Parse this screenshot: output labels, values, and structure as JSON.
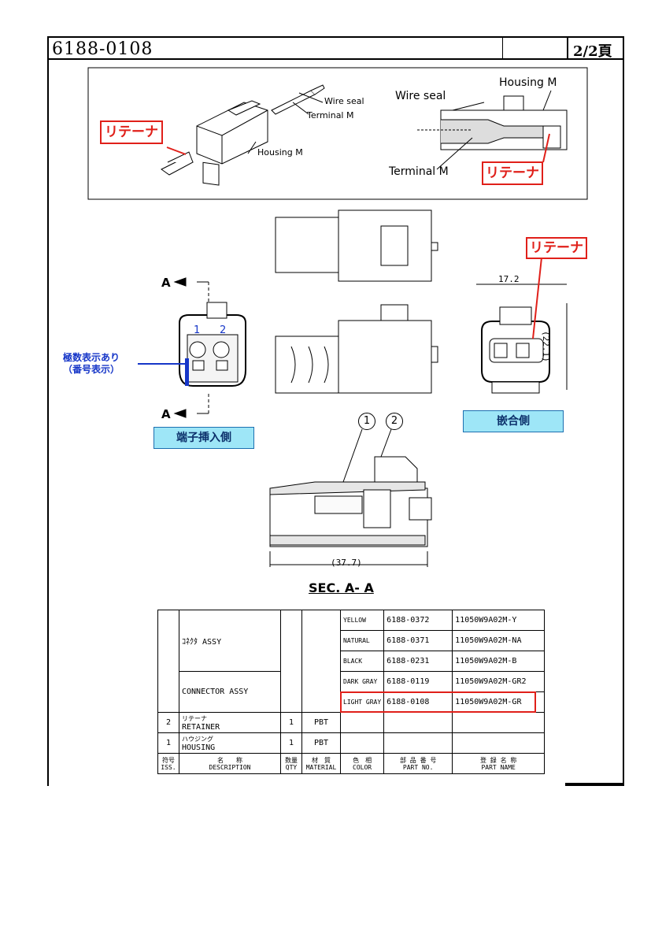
{
  "header": {
    "doc_number": "6188-0108",
    "page": "2/2頁"
  },
  "top_panel": {
    "retainer_label_left": "リテーナ",
    "retainer_label_right": "リテーナ",
    "wire_seal_small": "Wire seal",
    "terminal_m_small": "Terminal M",
    "housing_m_small": "Housing M",
    "housing_m_large": "Housing M",
    "wire_seal_large": "Wire seal",
    "terminal_m_large": "Terminal M"
  },
  "views": {
    "retainer_callout": "リテーナ",
    "section_mark_top": "A",
    "section_mark_bottom": "A",
    "pin_note_line1": "極数表示あり",
    "pin_note_line2": "（番号表示）",
    "pin1": "1",
    "pin2": "2",
    "dim_width": "17.2",
    "dim_height": "(22.1)",
    "dim_length": "(37.7)",
    "insert_side": "端子挿入側",
    "mating_side": "嵌合側",
    "item1": "1",
    "item2": "2",
    "section_title": "SEC. A- A"
  },
  "bom": {
    "assy_jp": "ｺﾈｸﾀ ASSY",
    "assy_en": "CONNECTOR ASSY",
    "variants": [
      {
        "color": "YELLOW",
        "part_no": "6188-0372",
        "part_name": "11050W9A02M-Y"
      },
      {
        "color": "NATURAL",
        "part_no": "6188-0371",
        "part_name": "11050W9A02M-NA"
      },
      {
        "color": "BLACK",
        "part_no": "6188-0231",
        "part_name": "11050W9A02M-B"
      },
      {
        "color": "DARK GRAY",
        "part_no": "6188-0119",
        "part_name": "11050W9A02M-GR2"
      },
      {
        "color": "LIGHT GRAY",
        "part_no": "6188-0108",
        "part_name": "11050W9A02M-GR"
      }
    ],
    "items": [
      {
        "iss": "2",
        "name_jp": "リテーナ",
        "name_en": "RETAINER",
        "qty": "1",
        "material": "PBT"
      },
      {
        "iss": "1",
        "name_jp": "ハウジング",
        "name_en": "HOUSING",
        "qty": "1",
        "material": "PBT"
      }
    ],
    "headers": {
      "iss_jp": "符号",
      "iss_en": "ISS.",
      "desc_jp": "名　　称",
      "desc_en": "DESCRIPTION",
      "qty_jp": "数量",
      "qty_en": "QTY",
      "mat_jp": "材　質",
      "mat_en": "MATERIAL",
      "color_jp": "色　相",
      "color_en": "COLOR",
      "partno_jp": "部 品 番 号",
      "partno_en": "PART NO.",
      "partname_jp": "登 録 名 称",
      "partname_en": "PART NAME"
    }
  }
}
